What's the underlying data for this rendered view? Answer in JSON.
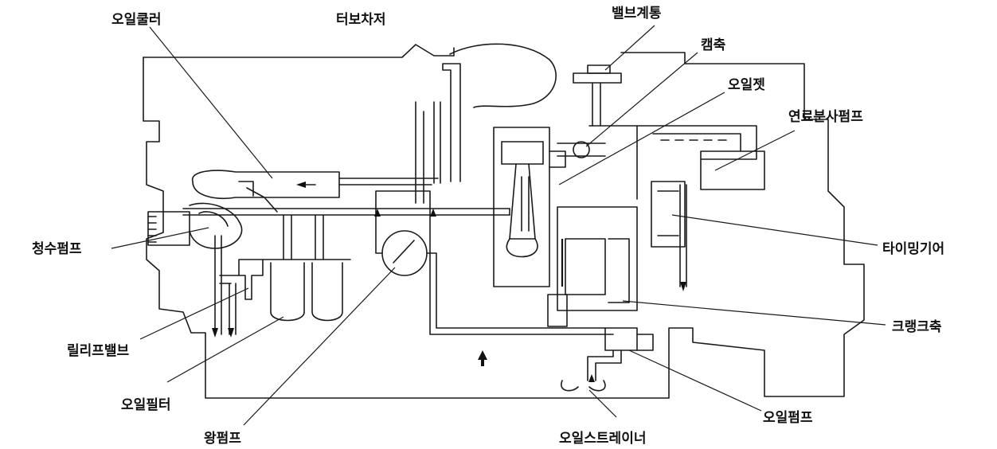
{
  "labels": {
    "oil_cooler": "오일쿨러",
    "turbocharger": "터보차저",
    "valve_train": "밸브계통",
    "camshaft": "캠축",
    "oil_jet": "오일젯",
    "fuel_injection_pump": "연료분사펌프",
    "water_pump": "청수펌프",
    "timing_gear": "타이밍기어",
    "relief_valve": "릴리프밸브",
    "crankshaft": "크랭크축",
    "oil_filter": "오일필터",
    "oil_pump": "오일펌프",
    "wang_pump": "왕펌프",
    "oil_strainer": "오일스트레이너"
  },
  "colors": {
    "line": "#1a1a1a",
    "text": "#111111",
    "background": "#ffffff"
  }
}
